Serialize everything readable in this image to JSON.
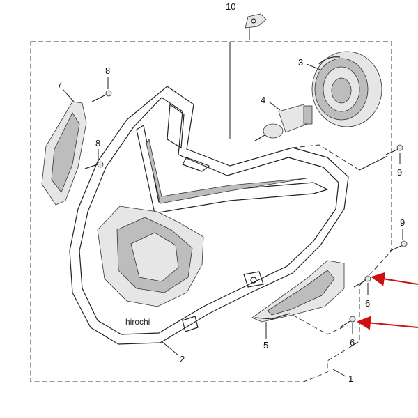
{
  "callouts": {
    "assembly": "1",
    "lens_unit": "2",
    "socket_cover": "3",
    "bulb": "4",
    "position_lamp": "5",
    "screw_right_upper": "6",
    "screw_right_lower": "6",
    "side_reflector": "7",
    "screw_left_upper": "8",
    "screw_left_lower": "8",
    "screw_top_right": "9",
    "screw_mid_right": "9",
    "nut": "10"
  },
  "watermark": "hirochi",
  "colors": {
    "arrow": "#cc1111",
    "line": "#222222"
  }
}
